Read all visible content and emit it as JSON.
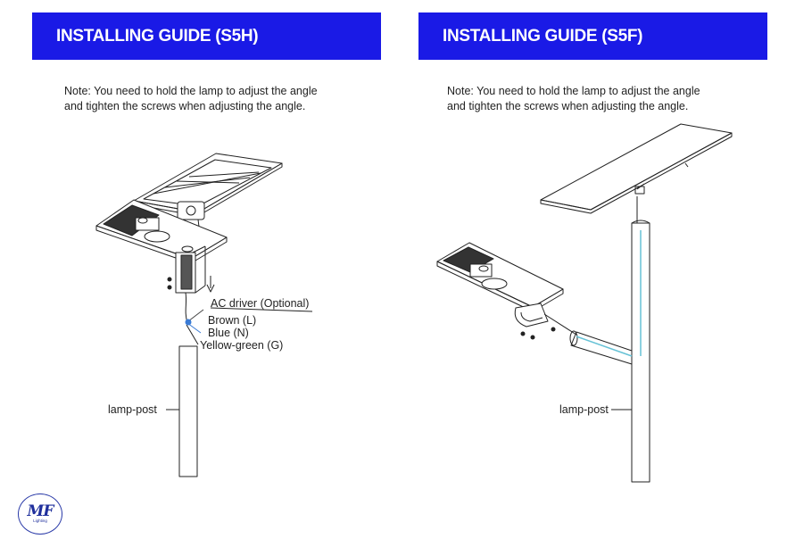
{
  "left_panel": {
    "title": "INSTALLING GUIDE (S5H)",
    "note_line1": "Note: You need to hold the lamp to adjust the angle",
    "note_line2": "and tighten the screws when adjusting the angle.",
    "labels": {
      "ac_driver": "AC driver (Optional)",
      "brown": "Brown (L)",
      "blue": "Blue (N)",
      "yellow_green": "Yellow-green (G)",
      "lamp_post": "lamp-post"
    }
  },
  "right_panel": {
    "title": "INSTALLING GUIDE (S5F)",
    "note_line1": "Note: You need to hold the lamp to adjust the angle",
    "note_line2": "and tighten the screws when adjusting the angle.",
    "labels": {
      "lamp_post": "lamp-post"
    }
  },
  "logo": {
    "mark": "MF",
    "subtext": "Lighting"
  },
  "colors": {
    "header_bg": "#1a1ae6",
    "header_text": "#ffffff",
    "logo": "#1f2f9c",
    "wire_blue": "#3a7bd5",
    "cable_cyan": "#66c2d6"
  }
}
